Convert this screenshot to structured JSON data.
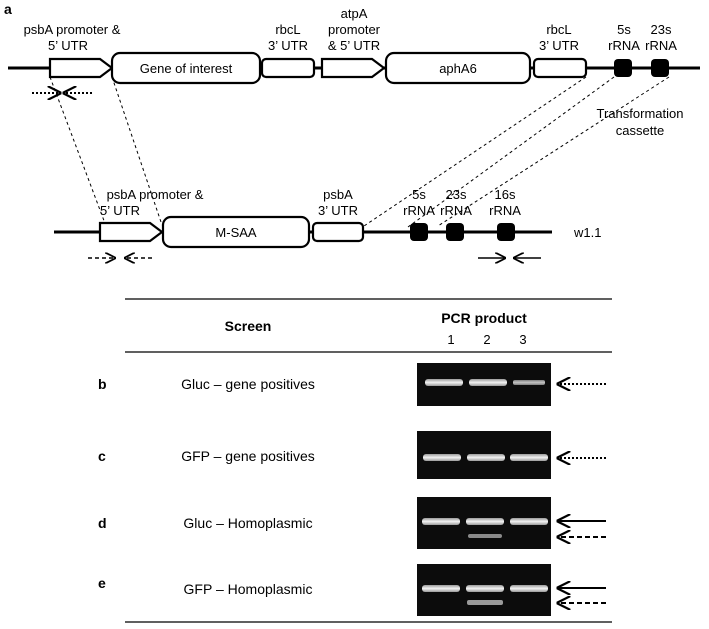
{
  "panel_a": {
    "letter": "a",
    "construct_labels": {
      "psba_promoter_line1": "psbA promoter &",
      "psba_promoter_line2": "5’ UTR",
      "rbcl_1_line1": "rbcL",
      "rbcl_1_line2": "3’ UTR",
      "atpa_line1": "atpA",
      "atpa_line2": "promoter",
      "atpa_line3": "& 5’ UTR",
      "rbcl_2_line1": "rbcL",
      "rbcl_2_line2": "3’ UTR",
      "rrna5s_line1": "5s",
      "rrna5s_line2": "rRNA",
      "rrna23s_line1": "23s",
      "rrna23s_line2": "rRNA",
      "cassette_line1": "Transformation",
      "cassette_line2": "cassette"
    },
    "construct_boxes": {
      "gene_of_interest": "Gene of interest",
      "apha6": "aphA6"
    },
    "w11_labels": {
      "psba_promoter": "psbA promoter &",
      "psba_utr": "5’ UTR",
      "psba3_line1": "psbA",
      "psba3_line2": "3’ UTR",
      "rrna5s_line1": "5s",
      "rrna5s_line2": "rRNA",
      "rrna23s_line1": "23s",
      "rrna23s_line2": "rRNA",
      "rrna16s_line1": "16s",
      "rrna16s_line2": "rRNA",
      "strain": "w1.1"
    },
    "w11_boxes": {
      "msaa": "M-SAA"
    }
  },
  "gel_table": {
    "header_screen": "Screen",
    "header_pcr": "PCR product",
    "lanes": [
      "1",
      "2",
      "3"
    ],
    "rows": [
      {
        "letter": "b",
        "label": "Gluc – gene positives"
      },
      {
        "letter": "c",
        "label": "GFP – gene positives"
      },
      {
        "letter": "d",
        "label": "Gluc – Homoplasmic"
      },
      {
        "letter": "e",
        "label": "GFP – Homoplasmic"
      }
    ]
  }
}
